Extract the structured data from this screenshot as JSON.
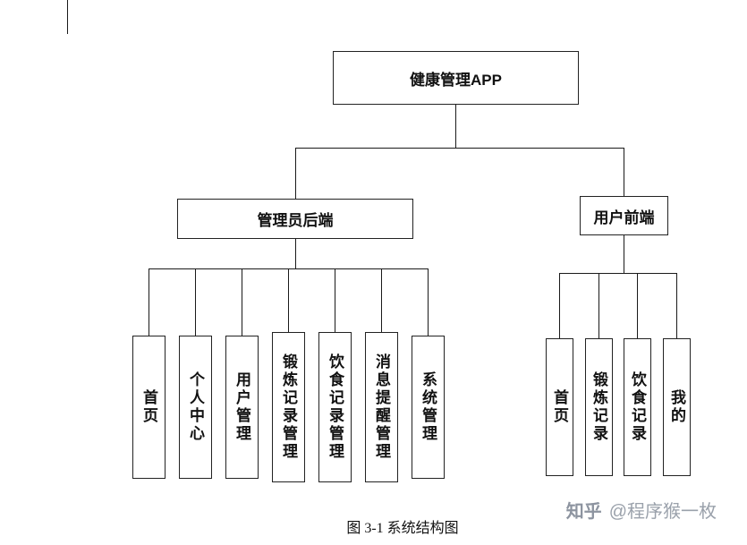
{
  "diagram": {
    "root": {
      "label": "健康管理APP"
    },
    "branches": [
      {
        "label": "管理员后端",
        "children": [
          "首页",
          "个人中心",
          "用户管理",
          "锻炼记录管理",
          "饮食记录管理",
          "消息提醒管理",
          "系统管理"
        ]
      },
      {
        "label": "用户前端",
        "children": [
          "首页",
          "锻炼记录",
          "饮食记录",
          "我的"
        ]
      }
    ]
  },
  "caption": "图 3-1 系统结构图",
  "watermark": {
    "logo": "知乎",
    "handle": "@程序猴一枚"
  }
}
